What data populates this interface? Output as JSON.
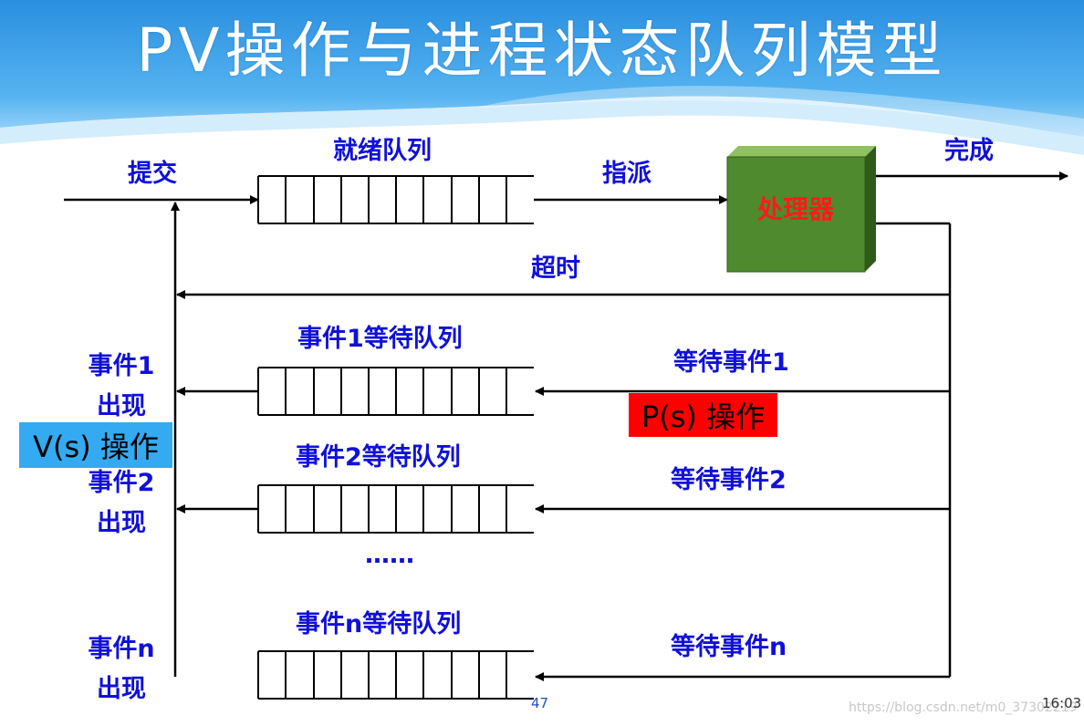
{
  "title": "PV操作与进程状态队列模型",
  "labels": {
    "submit": "提交",
    "ready_queue": "就绪队列",
    "dispatch": "指派",
    "processor": "处理器",
    "complete": "完成",
    "timeout": "超时",
    "queue1": "事件1等待队列",
    "wait1": "等待事件1",
    "queue2": "事件2等待队列",
    "wait2": "等待事件2",
    "ellipsis": "……",
    "queuen": "事件n等待队列",
    "waitn": "等待事件n",
    "event1_line1": "事件1",
    "event1_line2": "出现",
    "event2_line1": "事件2",
    "event2_line2": "出现",
    "eventn_line1": "事件n",
    "eventn_line2": "出现"
  },
  "badges": {
    "p_op": "P(s) 操作",
    "v_op": "V(s) 操作"
  },
  "footer": {
    "page": "47",
    "time": "16:03",
    "watermark": "https://blog.csdn.net/m0_37302219"
  },
  "colors": {
    "label_blue": "#1010d8",
    "processor_green": "#4f8a2e",
    "processor_text": "#ff1a1a",
    "p_badge": "#ff0000",
    "v_badge": "#33aaf2",
    "header_blue": "#2a8fe0"
  }
}
